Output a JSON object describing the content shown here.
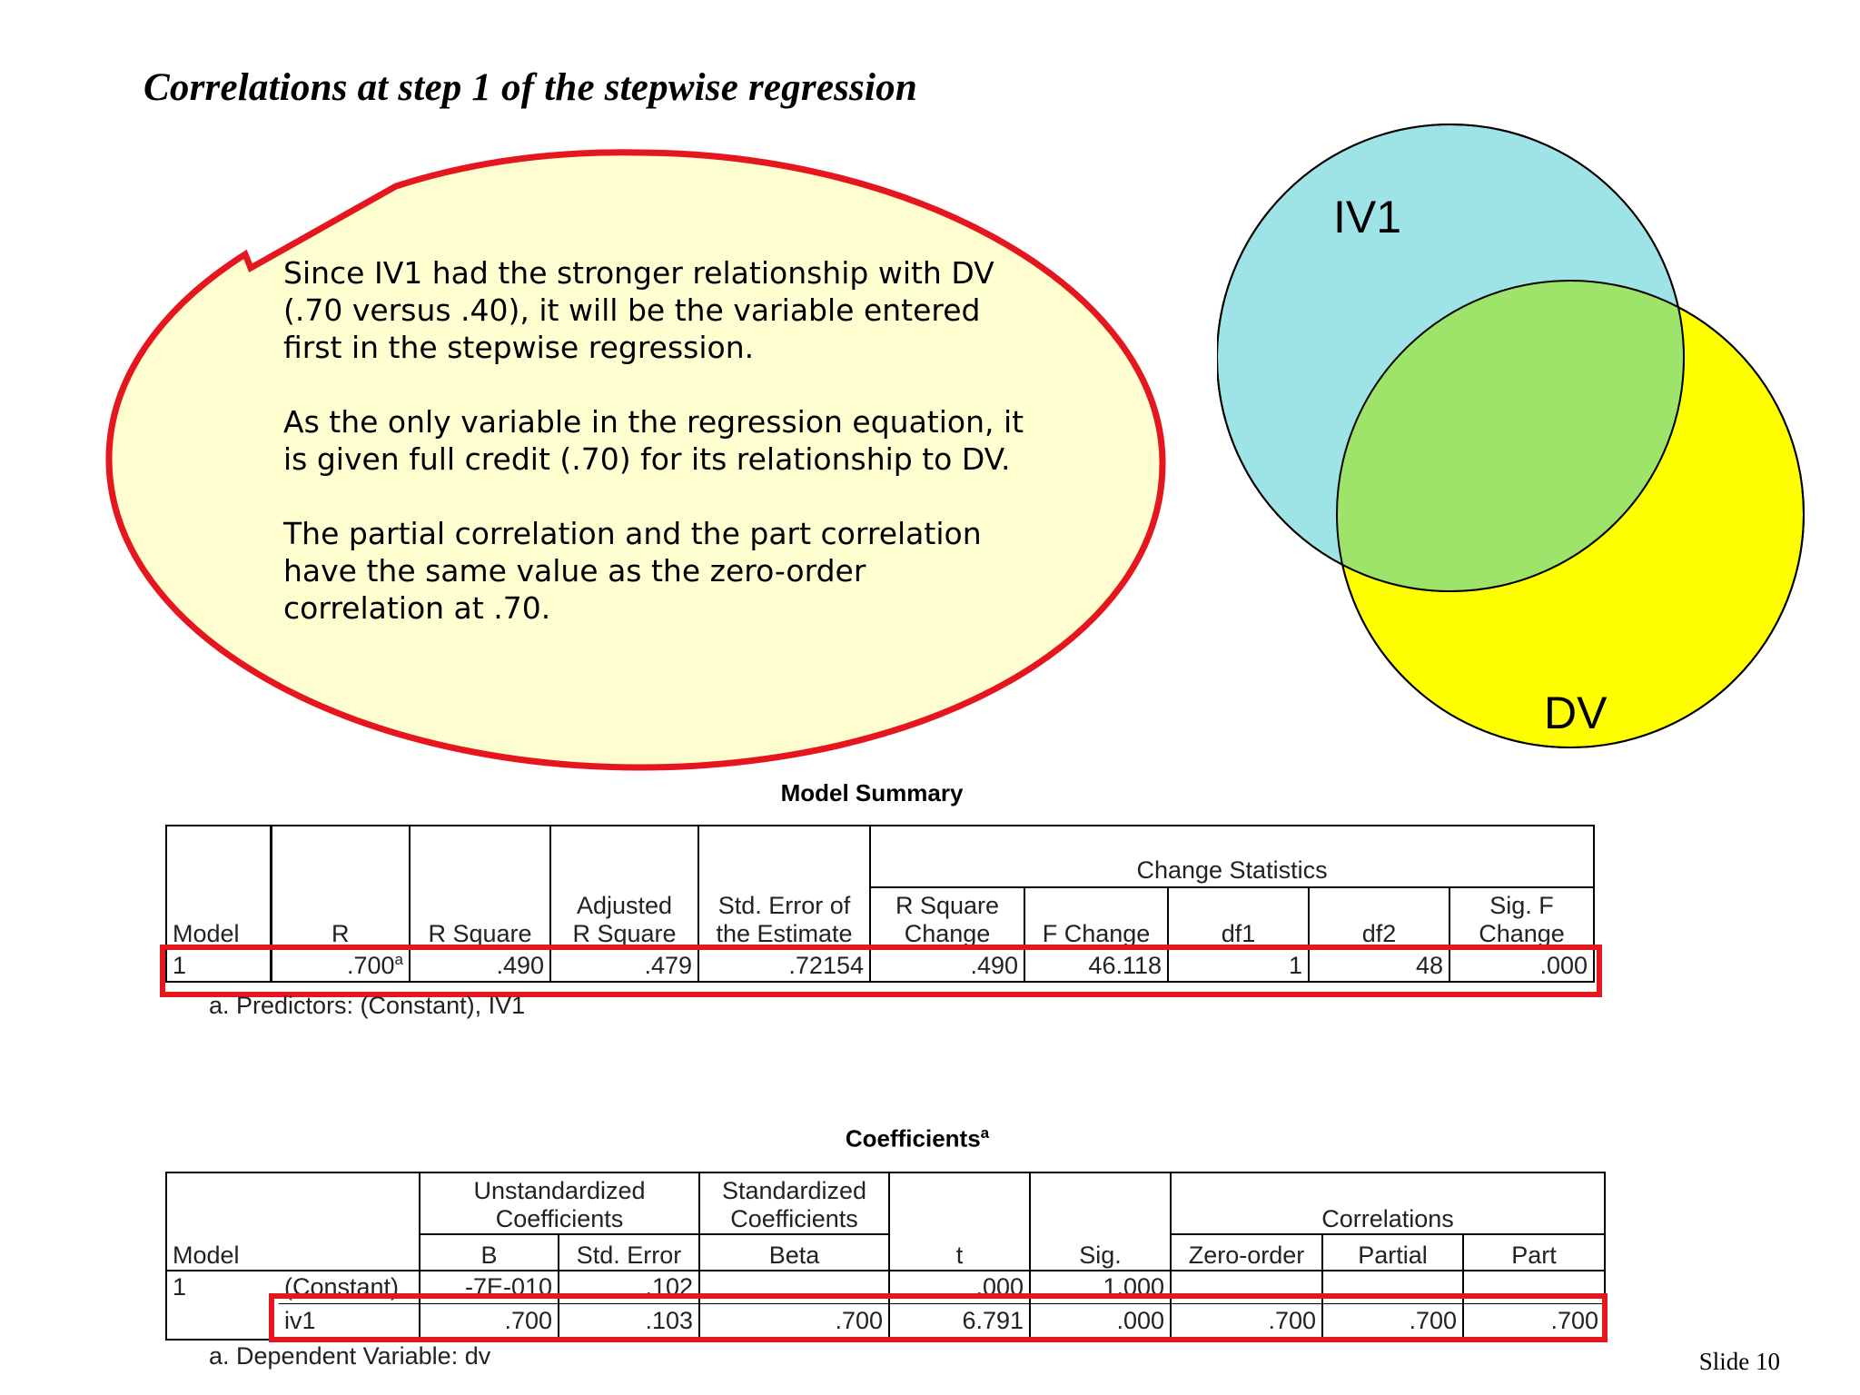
{
  "slide": {
    "title": "Correlations at step 1 of the stepwise regression",
    "slide_number": "Slide 10"
  },
  "callout": {
    "paragraphs": [
      "Since IV1 had the stronger relationship with DV (.70 versus .40), it will be the variable entered first in the stepwise regression.",
      "As the only variable in the regression equation, it is given full credit (.70) for its relationship to DV.",
      "The partial correlation and the part correlation have the same value as the zero-order correlation at .70."
    ],
    "fill_color": "#fefed0",
    "border_color": "#e6161f"
  },
  "venn": {
    "labels": {
      "top": "IV1",
      "bottom": "DV"
    },
    "colors": {
      "iv1": "#9ee3e6",
      "dv": "#ffff00",
      "overlap": "#9ee36a"
    }
  },
  "model_summary": {
    "title": "Model Summary",
    "group_header": "Change Statistics",
    "headers": {
      "model": "Model",
      "r": "R",
      "r_square": "R Square",
      "adj_r_square_1": "Adjusted",
      "adj_r_square_2": "R Square",
      "std_error_1": "Std. Error of",
      "std_error_2": "the Estimate",
      "r_square_change_1": "R Square",
      "r_square_change_2": "Change",
      "f_change": "F Change",
      "df1": "df1",
      "df2": "df2",
      "sig_f_1": "Sig. F",
      "sig_f_2": "Change"
    },
    "row": {
      "model": "1",
      "r": ".700",
      "r_superscript": "a",
      "r_square": ".490",
      "adj_r_square": ".479",
      "std_error": ".72154",
      "r_square_change": ".490",
      "f_change": "46.118",
      "df1": "1",
      "df2": "48",
      "sig_f_change": ".000"
    },
    "footnote": "a. Predictors: (Constant), IV1"
  },
  "coefficients": {
    "title": "Coefficients",
    "title_superscript": "a",
    "headers": {
      "model": "Model",
      "unstd_1": "Unstandardized",
      "unstd_2": "Coefficients",
      "std_1": "Standardized",
      "std_2": "Coefficients",
      "correlations": "Correlations",
      "b": "B",
      "std_error": "Std. Error",
      "beta": "Beta",
      "t": "t",
      "sig": "Sig.",
      "zero_order": "Zero-order",
      "partial": "Partial",
      "part": "Part"
    },
    "rows": [
      {
        "model": "1",
        "name": "(Constant)",
        "b": "-7E-010",
        "std_error": ".102",
        "beta": "",
        "t": ".000",
        "sig": "1.000",
        "zero_order": "",
        "partial": "",
        "part": ""
      },
      {
        "model": "",
        "name": "iv1",
        "b": ".700",
        "std_error": ".103",
        "beta": ".700",
        "t": "6.791",
        "sig": ".000",
        "zero_order": ".700",
        "partial": ".700",
        "part": ".700"
      }
    ],
    "footnote": "a. Dependent Variable: dv"
  }
}
